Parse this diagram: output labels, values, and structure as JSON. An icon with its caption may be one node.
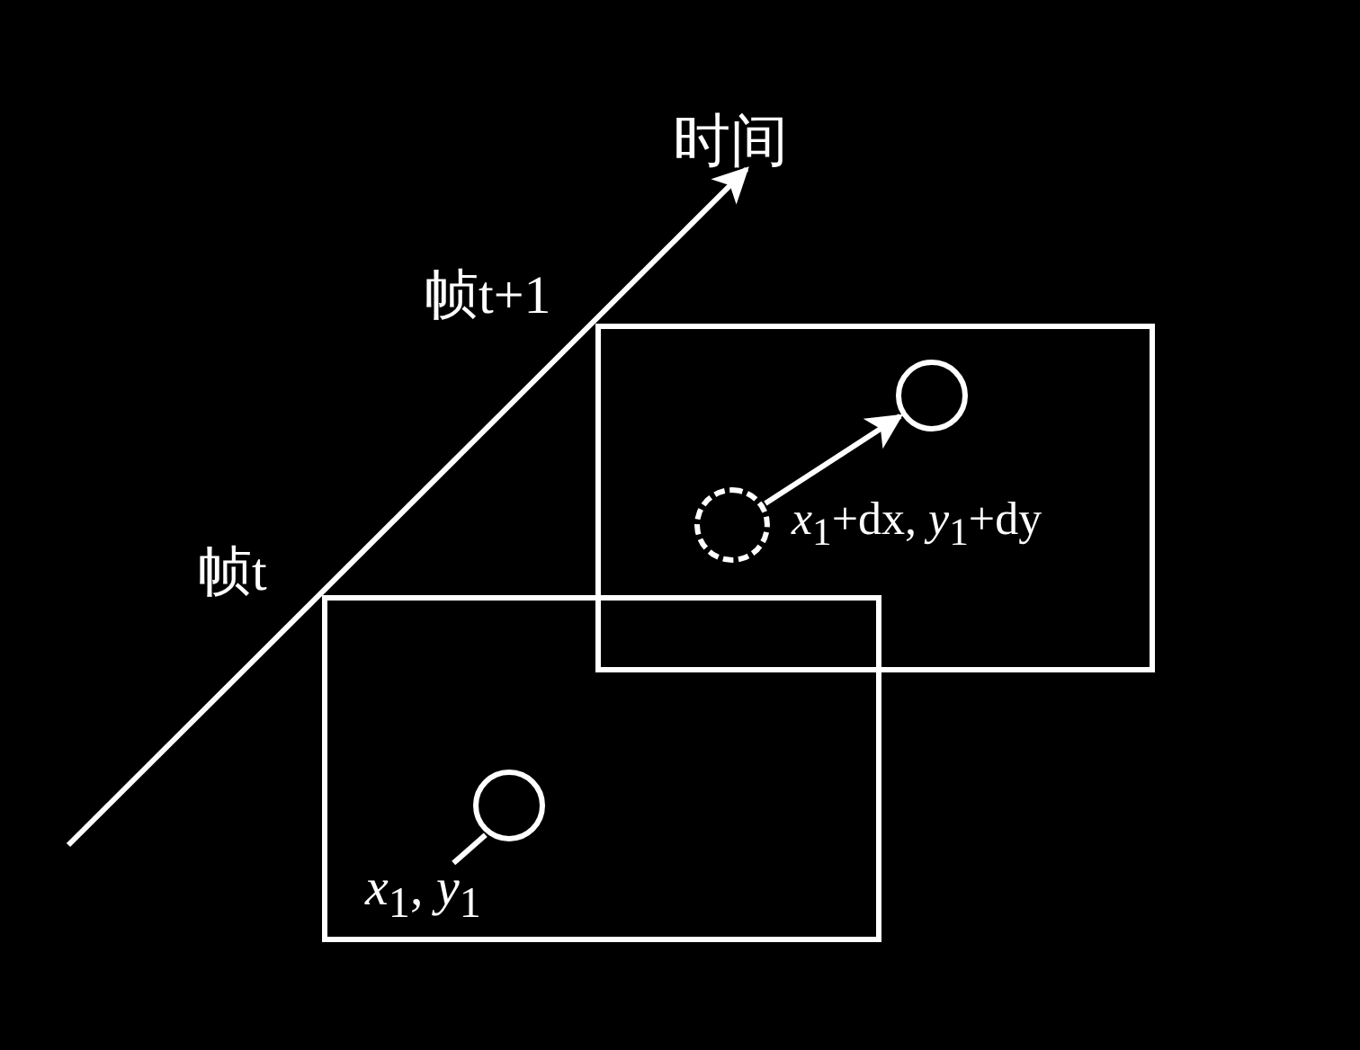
{
  "diagram": {
    "nodes": [
      {
        "text": [
          "时间"
        ]
      },
      {
        "text": [
          "帧t+1"
        ]
      },
      {
        "text": [],
        "shape": "circle",
        "in": 1
      },
      {
        "text": [],
        "shape": "circle",
        "in": 1
      },
      {
        "text": [
          "帧t"
        ]
      },
      {
        "text": [],
        "shape": "circle",
        "in": 4
      },
      {
        "text": [
          "*x*$_{1}$, *y*$_{1}$"
        ],
        "in": 4
      }
    ],
    "edges": [
      {
        "from": null,
        "to": 0,
        "arrow": "to"
      },
      {
        "from": 3,
        "to": 2,
        "arrow": "to"
      },
      {
        "from": 6,
        "to": 5,
        "arrow": "none"
      }
    ],
    "labels": [
      "*x*$_{1}$+dx, *y*$_{1}$+dy"
    ]
  }
}
